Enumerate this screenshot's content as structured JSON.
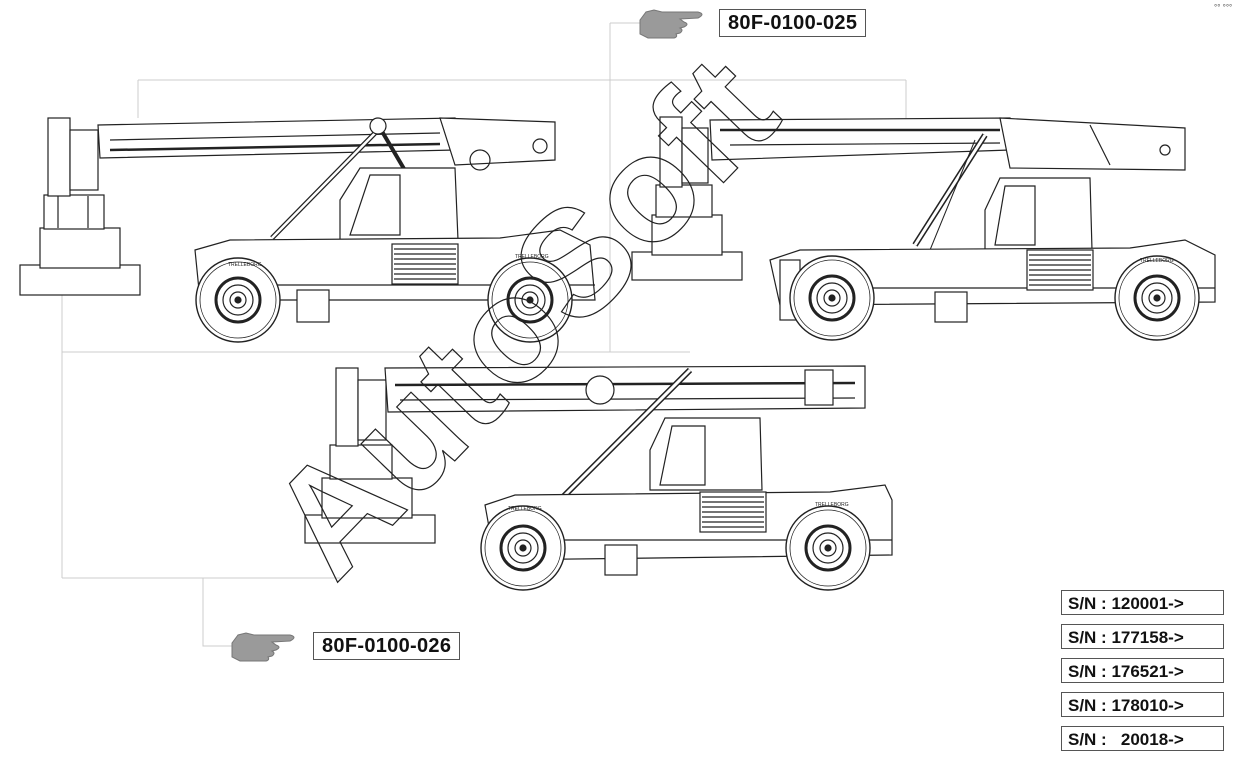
{
  "part_references": {
    "top": "80F-0100-025",
    "bottom": "80F-0100-026"
  },
  "watermark": "AutoSoft",
  "serial_numbers": [
    "S/N : 120001->",
    "S/N : 177158->",
    "S/N : 176521->",
    "S/N : 178010->",
    "S/N :   20018->"
  ],
  "tire_brand": "TRELLEBORG",
  "corner_mark": "°° °°°",
  "colors": {
    "line": "#222222",
    "frame": "#cccccc",
    "hand": "#9a9a9a",
    "border": "#555555"
  }
}
